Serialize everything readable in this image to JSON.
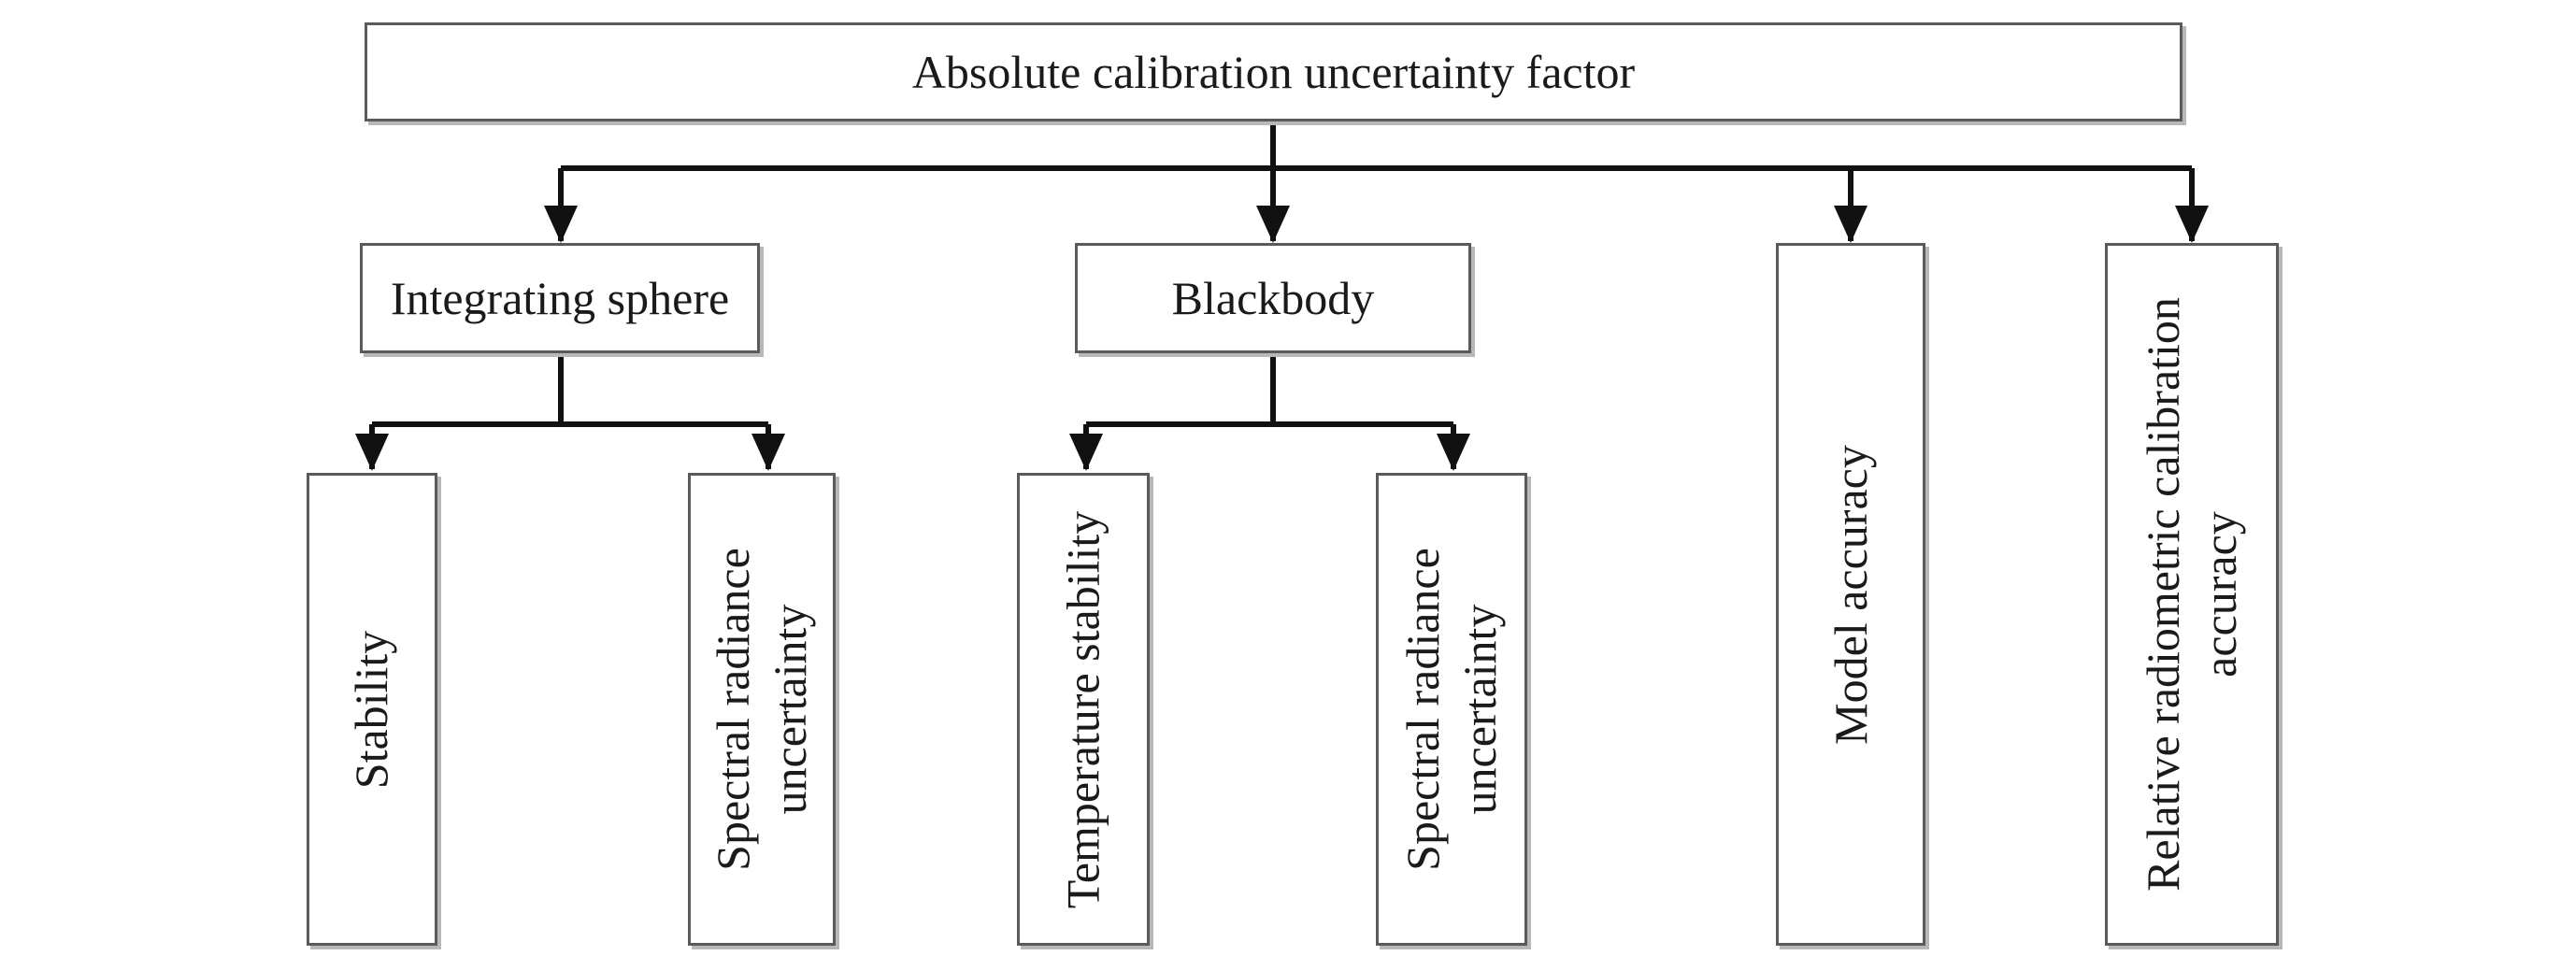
{
  "root": {
    "label": "Absolute calibration uncertainty factor"
  },
  "categories": {
    "integrating_sphere": "Integrating sphere",
    "blackbody": "Blackbody",
    "model_accuracy": "Model accuracy",
    "relative_accuracy": [
      "Relative radiometric calibration",
      "accuracy"
    ]
  },
  "leaves": {
    "stability": "Stability",
    "sphere_spectral": [
      "Spectral radiance",
      "uncertainty"
    ],
    "temperature_stability": "Temperature stability",
    "blackbody_spectral": [
      "Spectral radiance",
      "uncertainty"
    ]
  }
}
